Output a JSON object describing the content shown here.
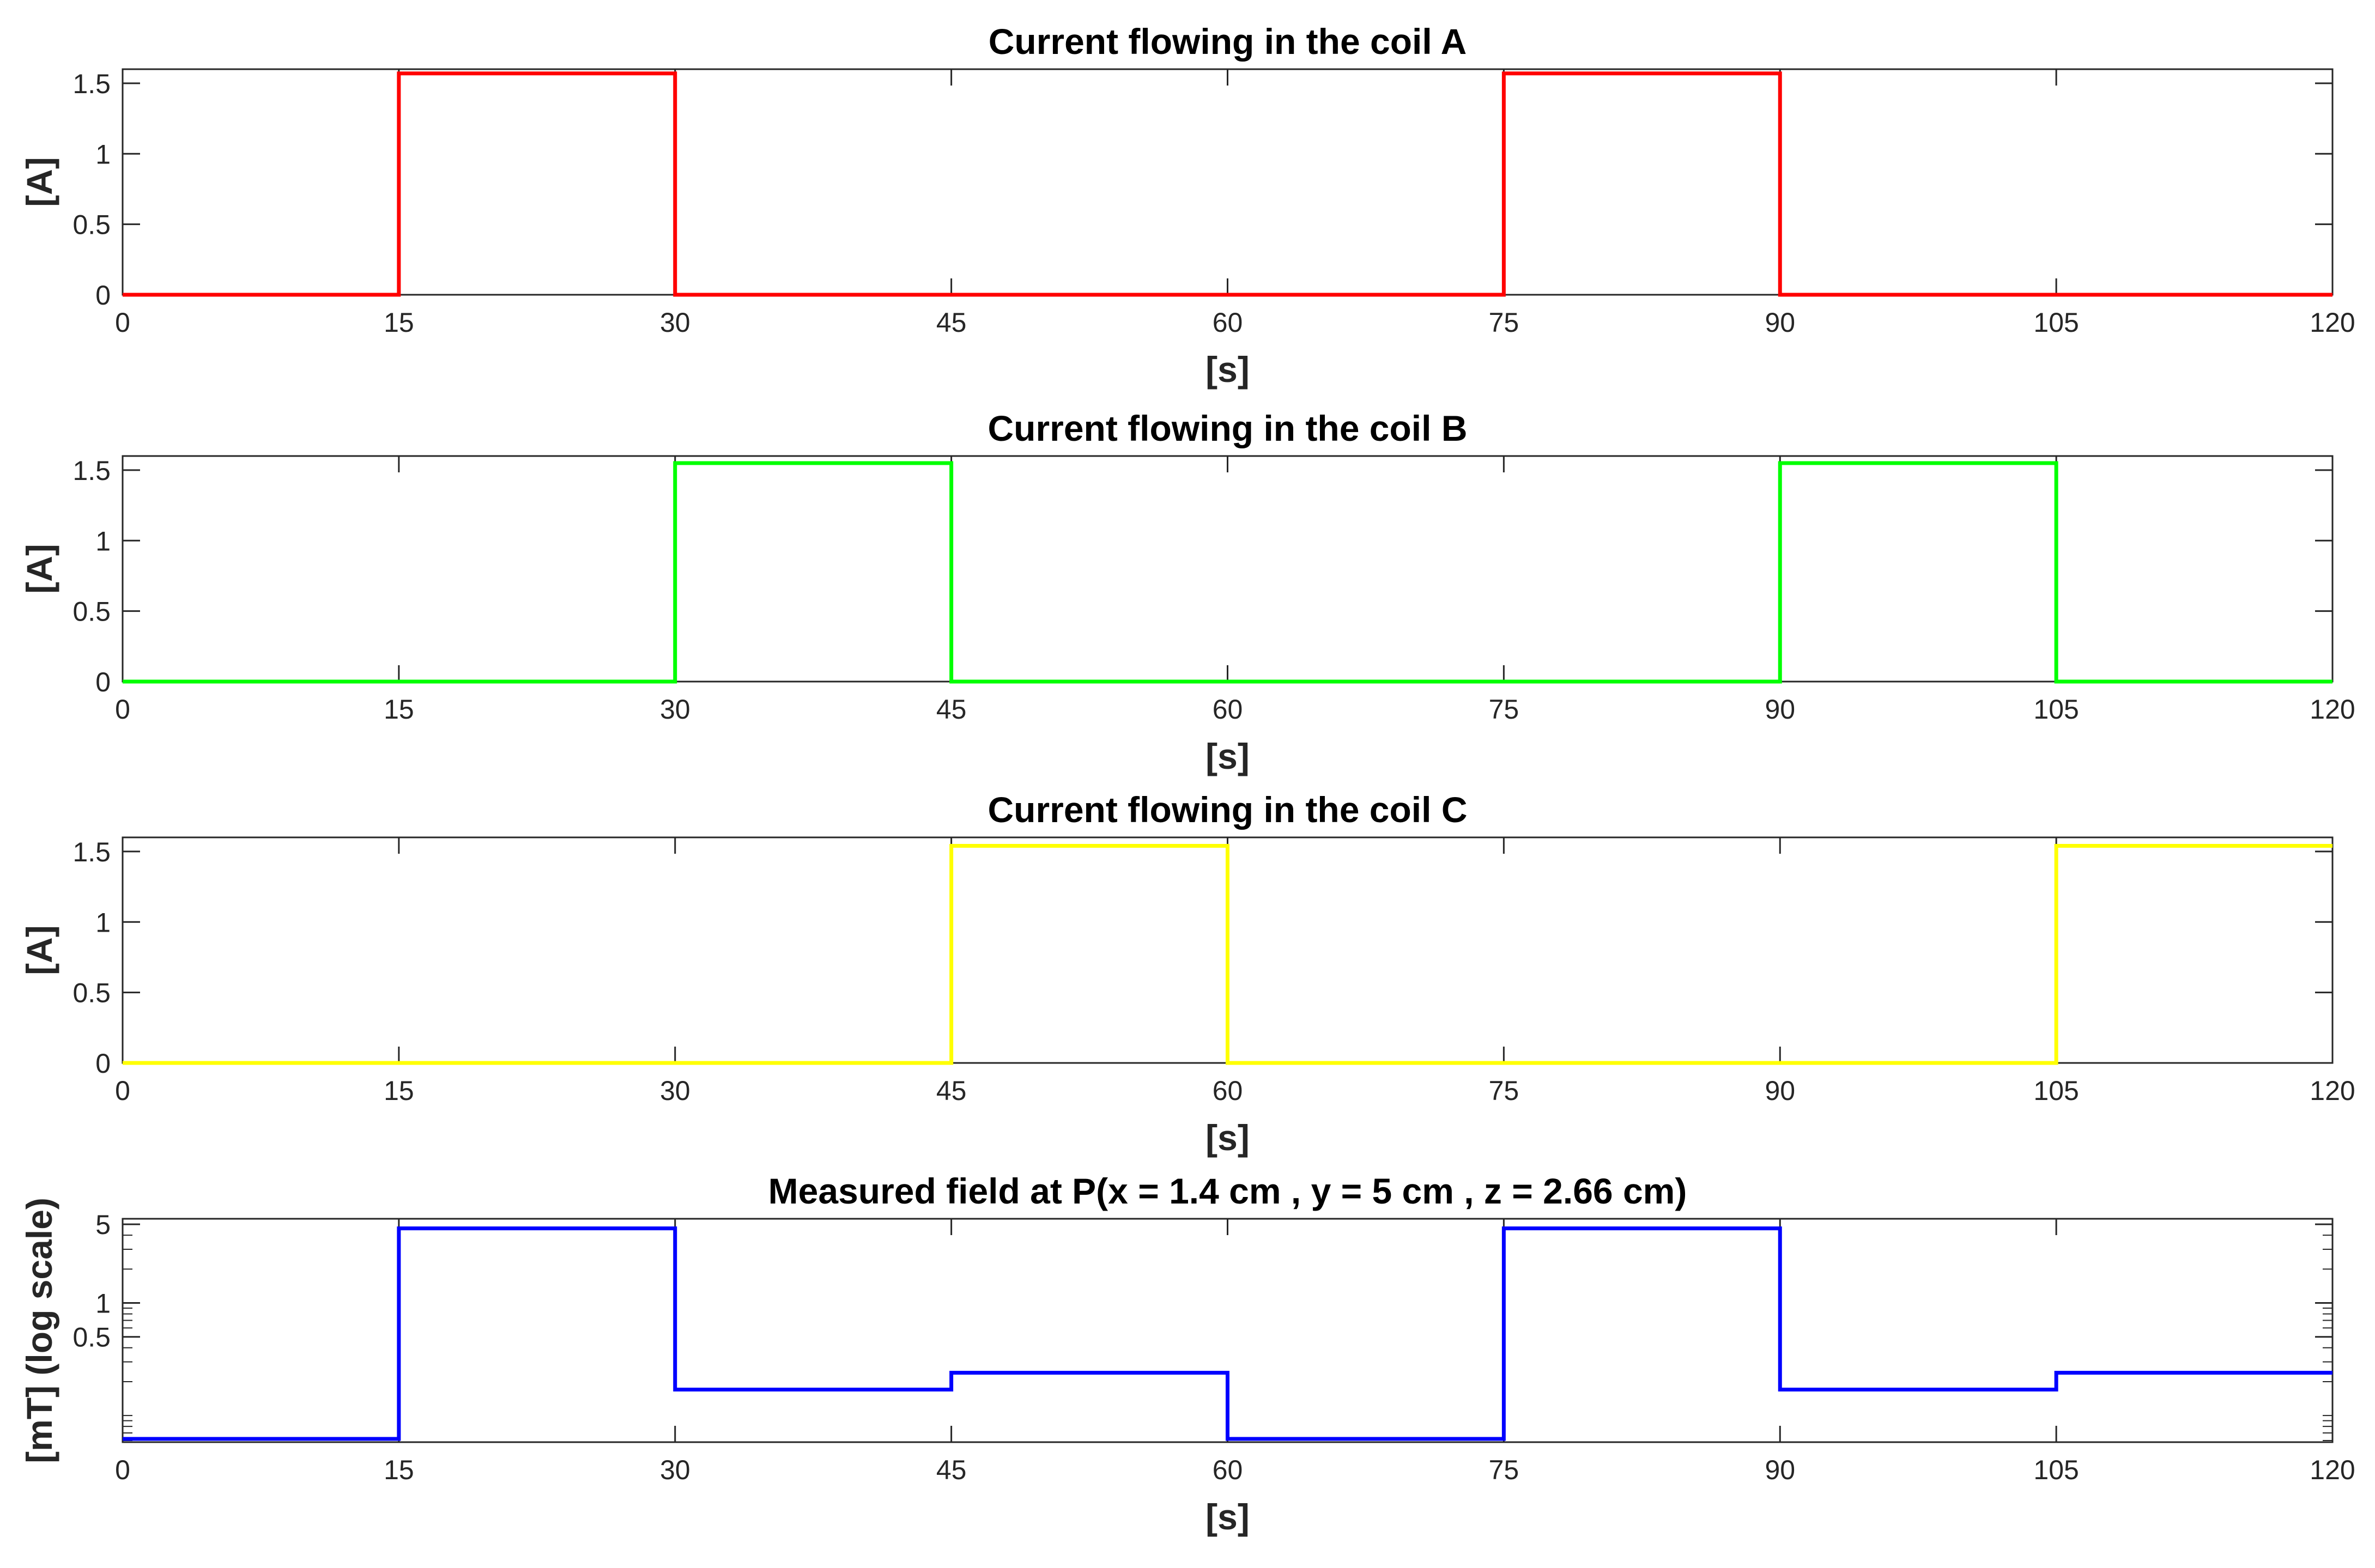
{
  "chart_data": [
    {
      "type": "line",
      "title": "Current flowing in the coil A",
      "xlabel": "[s]",
      "ylabel": "[A]",
      "xlim": [
        0,
        120
      ],
      "ylim": [
        0,
        1.6
      ],
      "yscale": "linear",
      "grid": false,
      "xticks": [
        0,
        15,
        30,
        45,
        60,
        75,
        90,
        105,
        120
      ],
      "xtick_labels": [
        "0",
        "15",
        "30",
        "45",
        "60",
        "75",
        "90",
        "105",
        "120"
      ],
      "yticks": [
        0,
        0.5,
        1,
        1.5
      ],
      "ytick_labels": [
        "0",
        "0.5",
        "1",
        "1.5"
      ],
      "series": [
        {
          "color": "#ff0000",
          "step": "post",
          "x": [
            0,
            15,
            30,
            75,
            90,
            120
          ],
          "y": [
            0,
            1.57,
            0,
            1.57,
            0,
            0
          ]
        }
      ]
    },
    {
      "type": "line",
      "title": "Current flowing in the coil B",
      "xlabel": "[s]",
      "ylabel": "[A]",
      "xlim": [
        0,
        120
      ],
      "ylim": [
        0,
        1.6
      ],
      "yscale": "linear",
      "grid": false,
      "xticks": [
        0,
        15,
        30,
        45,
        60,
        75,
        90,
        105,
        120
      ],
      "xtick_labels": [
        "0",
        "15",
        "30",
        "45",
        "60",
        "75",
        "90",
        "105",
        "120"
      ],
      "yticks": [
        0,
        0.5,
        1,
        1.5
      ],
      "ytick_labels": [
        "0",
        "0.5",
        "1",
        "1.5"
      ],
      "series": [
        {
          "color": "#00ff00",
          "step": "post",
          "x": [
            0,
            30,
            45,
            90,
            105,
            120
          ],
          "y": [
            0,
            1.55,
            0,
            1.55,
            0,
            0
          ]
        }
      ]
    },
    {
      "type": "line",
      "title": "Current flowing in the coil C",
      "xlabel": "[s]",
      "ylabel": "[A]",
      "xlim": [
        0,
        120
      ],
      "ylim": [
        0,
        1.6
      ],
      "yscale": "linear",
      "grid": false,
      "xticks": [
        0,
        15,
        30,
        45,
        60,
        75,
        90,
        105,
        120
      ],
      "xtick_labels": [
        "0",
        "15",
        "30",
        "45",
        "60",
        "75",
        "90",
        "105",
        "120"
      ],
      "yticks": [
        0,
        0.5,
        1,
        1.5
      ],
      "ytick_labels": [
        "0",
        "0.5",
        "1",
        "1.5"
      ],
      "series": [
        {
          "color": "#ffff00",
          "step": "post",
          "x": [
            0,
            45,
            60,
            105,
            120
          ],
          "y": [
            0,
            1.54,
            0,
            1.54,
            1.54
          ]
        }
      ]
    },
    {
      "type": "line",
      "title": "Measured field at P(x = 1.4 cm , y = 5 cm , z = 2.66 cm)",
      "xlabel": "[s]",
      "ylabel": "[mT] (log scale)",
      "xlim": [
        0,
        120
      ],
      "ylim": [
        0.058,
        5.6
      ],
      "yscale": "log",
      "grid": false,
      "xticks": [
        0,
        15,
        30,
        45,
        60,
        75,
        90,
        105,
        120
      ],
      "xtick_labels": [
        "0",
        "15",
        "30",
        "45",
        "60",
        "75",
        "90",
        "105",
        "120"
      ],
      "yticks": [
        0.5,
        1,
        5
      ],
      "ytick_labels": [
        "0.5",
        "1",
        "5"
      ],
      "series": [
        {
          "color": "#0000ff",
          "step": "post",
          "x": [
            0,
            15,
            30,
            45,
            60,
            75,
            90,
            105,
            120
          ],
          "y": [
            0.062,
            4.6,
            0.17,
            0.24,
            0.062,
            4.6,
            0.17,
            0.24,
            0.24
          ]
        }
      ]
    }
  ]
}
